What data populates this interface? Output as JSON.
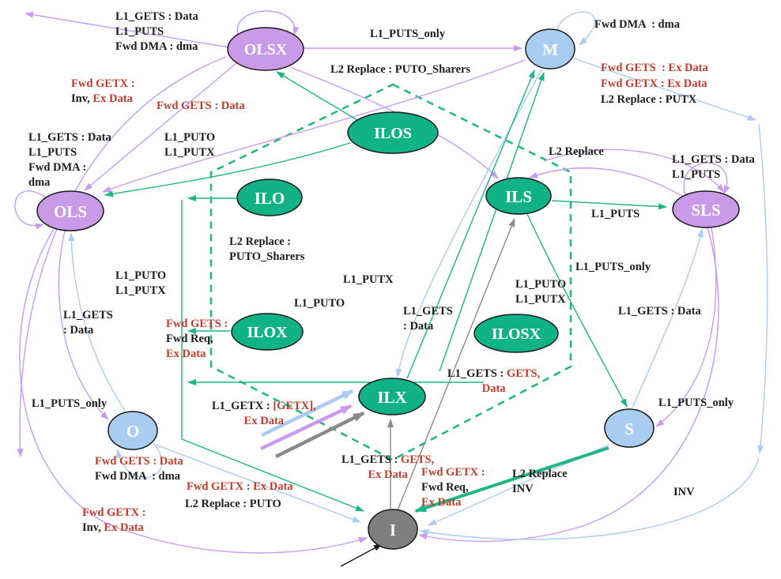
{
  "diagram": {
    "kind": "state-machine",
    "description": "Cache coherence protocol state transition diagram"
  },
  "colors": {
    "state_purple": "#c89ae8",
    "state_blue": "#a8cdf0",
    "state_green": "#12b287",
    "state_gray": "#7f7f7f",
    "state_outline": "#1a1a1a",
    "arrow_purple": "#c99af0",
    "arrow_blue": "#a9cbf4",
    "arrow_green": "#1cb584",
    "arrow_gray": "#898989",
    "arrow_black": "#1a1a1a",
    "hexagon_green": "#25b97e",
    "label_black": "#1c1c1c",
    "label_red": "#c13b2a"
  },
  "states": [
    {
      "id": "OLSX",
      "label": "OLSX",
      "group": "purple"
    },
    {
      "id": "M",
      "label": "M",
      "group": "blue"
    },
    {
      "id": "ILOS",
      "label": "ILOS",
      "group": "green"
    },
    {
      "id": "OLS",
      "label": "OLS",
      "group": "purple"
    },
    {
      "id": "ILO",
      "label": "ILO",
      "group": "green"
    },
    {
      "id": "ILS",
      "label": "ILS",
      "group": "green"
    },
    {
      "id": "SLS",
      "label": "SLS",
      "group": "purple"
    },
    {
      "id": "ILOX",
      "label": "ILOX",
      "group": "green"
    },
    {
      "id": "ILOSX",
      "label": "ILOSX",
      "group": "green"
    },
    {
      "id": "ILX",
      "label": "ILX",
      "group": "green"
    },
    {
      "id": "O",
      "label": "O",
      "group": "blue"
    },
    {
      "id": "S",
      "label": "S",
      "group": "blue"
    },
    {
      "id": "I",
      "label": "I",
      "group": "gray"
    }
  ],
  "edge_labels": [
    {
      "id": "L01",
      "lines": [
        [
          {
            "t": "L1_GETS : Data",
            "c": "k"
          }
        ],
        [
          {
            "t": "L1_PUTS",
            "c": "k"
          }
        ],
        [
          {
            "t": "Fwd DMA : dma",
            "c": "k"
          }
        ]
      ]
    },
    {
      "id": "L02",
      "lines": [
        [
          {
            "t": "L1_PUTS_only",
            "c": "k"
          }
        ]
      ]
    },
    {
      "id": "L03",
      "lines": [
        [
          {
            "t": "L2 Replace : PUTO_Sharers",
            "c": "k"
          }
        ]
      ]
    },
    {
      "id": "L04",
      "lines": [
        [
          {
            "t": "Fwd DMA  : dma",
            "c": "k"
          }
        ]
      ]
    },
    {
      "id": "L05",
      "lines": [
        [
          {
            "t": "Fwd GETS  : Ex Data",
            "c": "r"
          }
        ]
      ]
    },
    {
      "id": "L06",
      "lines": [
        [
          {
            "t": "Fwd GETX : Ex Data",
            "c": "r"
          }
        ]
      ]
    },
    {
      "id": "L07",
      "lines": [
        [
          {
            "t": "L2 Replace : PUTX",
            "c": "k"
          }
        ]
      ]
    },
    {
      "id": "L08",
      "lines": [
        [
          {
            "t": "Fwd GETX :",
            "c": "r"
          }
        ],
        [
          {
            "t": "Inv, ",
            "c": "k"
          },
          {
            "t": "Ex Data",
            "c": "r"
          }
        ]
      ]
    },
    {
      "id": "L09",
      "lines": [
        [
          {
            "t": "Fwd GETS : Data",
            "c": "r"
          }
        ]
      ]
    },
    {
      "id": "L10",
      "lines": [
        [
          {
            "t": "L1_GETS : Data",
            "c": "k"
          }
        ],
        [
          {
            "t": "L1_PUTS",
            "c": "k"
          }
        ],
        [
          {
            "t": "Fwd DMA :",
            "c": "k"
          }
        ],
        [
          {
            "t": "dma",
            "c": "k"
          }
        ]
      ]
    },
    {
      "id": "L11",
      "lines": [
        [
          {
            "t": "L1_PUTO",
            "c": "k"
          }
        ],
        [
          {
            "t": "L1_PUTX",
            "c": "k"
          }
        ]
      ]
    },
    {
      "id": "L12",
      "lines": [
        [
          {
            "t": "L2 Replace",
            "c": "k"
          }
        ]
      ]
    },
    {
      "id": "L13",
      "lines": [
        [
          {
            "t": "L1_GETS : Data",
            "c": "k"
          }
        ],
        [
          {
            "t": "L1_PUTS",
            "c": "k"
          }
        ]
      ]
    },
    {
      "id": "L14",
      "lines": [
        [
          {
            "t": "L1_PUTS",
            "c": "k"
          }
        ]
      ]
    },
    {
      "id": "L15",
      "lines": [
        [
          {
            "t": "L2 Replace :",
            "c": "k"
          }
        ],
        [
          {
            "t": "PUTO_Sharers",
            "c": "k"
          }
        ]
      ]
    },
    {
      "id": "L16",
      "lines": [
        [
          {
            "t": "L1_PUTO",
            "c": "k"
          }
        ],
        [
          {
            "t": "L1_PUTX",
            "c": "k"
          }
        ]
      ]
    },
    {
      "id": "L17",
      "lines": [
        [
          {
            "t": "L1_PUTX",
            "c": "k"
          }
        ]
      ]
    },
    {
      "id": "L18",
      "lines": [
        [
          {
            "t": "L1_PUTO",
            "c": "k"
          }
        ]
      ]
    },
    {
      "id": "L19",
      "lines": [
        [
          {
            "t": "L1_GETS",
            "c": "k"
          }
        ],
        [
          {
            "t": ": Data",
            "c": "k"
          }
        ]
      ]
    },
    {
      "id": "L20",
      "lines": [
        [
          {
            "t": "L1_PUTO",
            "c": "k"
          }
        ],
        [
          {
            "t": "L1_PUTX",
            "c": "k"
          }
        ]
      ]
    },
    {
      "id": "L21",
      "lines": [
        [
          {
            "t": "L1_PUTS_only",
            "c": "k"
          }
        ]
      ]
    },
    {
      "id": "L22",
      "lines": [
        [
          {
            "t": "L1_GETS : Data",
            "c": "k"
          }
        ]
      ]
    },
    {
      "id": "L23",
      "lines": [
        [
          {
            "t": "L1_GETS",
            "c": "k"
          }
        ],
        [
          {
            "t": ": Data",
            "c": "k"
          }
        ]
      ]
    },
    {
      "id": "L24",
      "lines": [
        [
          {
            "t": "Fwd GETS :",
            "c": "r"
          }
        ],
        [
          {
            "t": "Fwd Req,",
            "c": "k"
          }
        ],
        [
          {
            "t": "Ex Data",
            "c": "r"
          }
        ]
      ]
    },
    {
      "id": "L25",
      "align": "center",
      "lines": [
        [
          {
            "t": "L1_GETS : ",
            "c": "k"
          },
          {
            "t": "GETS,",
            "c": "r"
          }
        ],
        [
          {
            "t": "Data",
            "c": "r"
          }
        ]
      ]
    },
    {
      "id": "L26",
      "lines": [
        [
          {
            "t": "L1_PUTS_only",
            "c": "k"
          }
        ]
      ]
    },
    {
      "id": "L27",
      "align": "center",
      "lines": [
        [
          {
            "t": "L1_GETX : ",
            "c": "k"
          },
          {
            "t": "[GETX],",
            "c": "r"
          }
        ],
        [
          {
            "t": "Ex Data",
            "c": "r"
          }
        ]
      ]
    },
    {
      "id": "L28",
      "align": "center",
      "lines": [
        [
          {
            "t": "L1_GETS : ",
            "c": "k"
          },
          {
            "t": "GETS,",
            "c": "r"
          }
        ],
        [
          {
            "t": "Ex Data",
            "c": "r"
          }
        ]
      ]
    },
    {
      "id": "L29",
      "lines": [
        [
          {
            "t": "Fwd GETS : Data",
            "c": "r"
          }
        ],
        [
          {
            "t": "Fwd DMA  : dma",
            "c": "k"
          }
        ]
      ]
    },
    {
      "id": "L30",
      "lines": [
        [
          {
            "t": "Fwd GETX :",
            "c": "r"
          }
        ],
        [
          {
            "t": "Fwd Req,",
            "c": "k"
          }
        ],
        [
          {
            "t": "Ex Data",
            "c": "r"
          }
        ]
      ]
    },
    {
      "id": "L31",
      "lines": [
        [
          {
            "t": "L2 Replace",
            "c": "k"
          }
        ],
        [
          {
            "t": "INV",
            "c": "k"
          }
        ]
      ]
    },
    {
      "id": "L32",
      "lines": [
        [
          {
            "t": "L1_PUTS_only",
            "c": "k"
          }
        ]
      ]
    },
    {
      "id": "L33",
      "lines": [
        [
          {
            "t": "Fwd GETX : Ex Data",
            "c": "r"
          }
        ]
      ]
    },
    {
      "id": "L34",
      "lines": [
        [
          {
            "t": "L2 Replace : PUTO",
            "c": "k"
          }
        ]
      ]
    },
    {
      "id": "L35",
      "lines": [
        [
          {
            "t": "Fwd GETX :",
            "c": "r"
          }
        ],
        [
          {
            "t": "Inv, ",
            "c": "k"
          },
          {
            "t": "Ex Data",
            "c": "r"
          }
        ]
      ]
    },
    {
      "id": "L36",
      "lines": [
        [
          {
            "t": "INV",
            "c": "k"
          }
        ]
      ]
    }
  ]
}
